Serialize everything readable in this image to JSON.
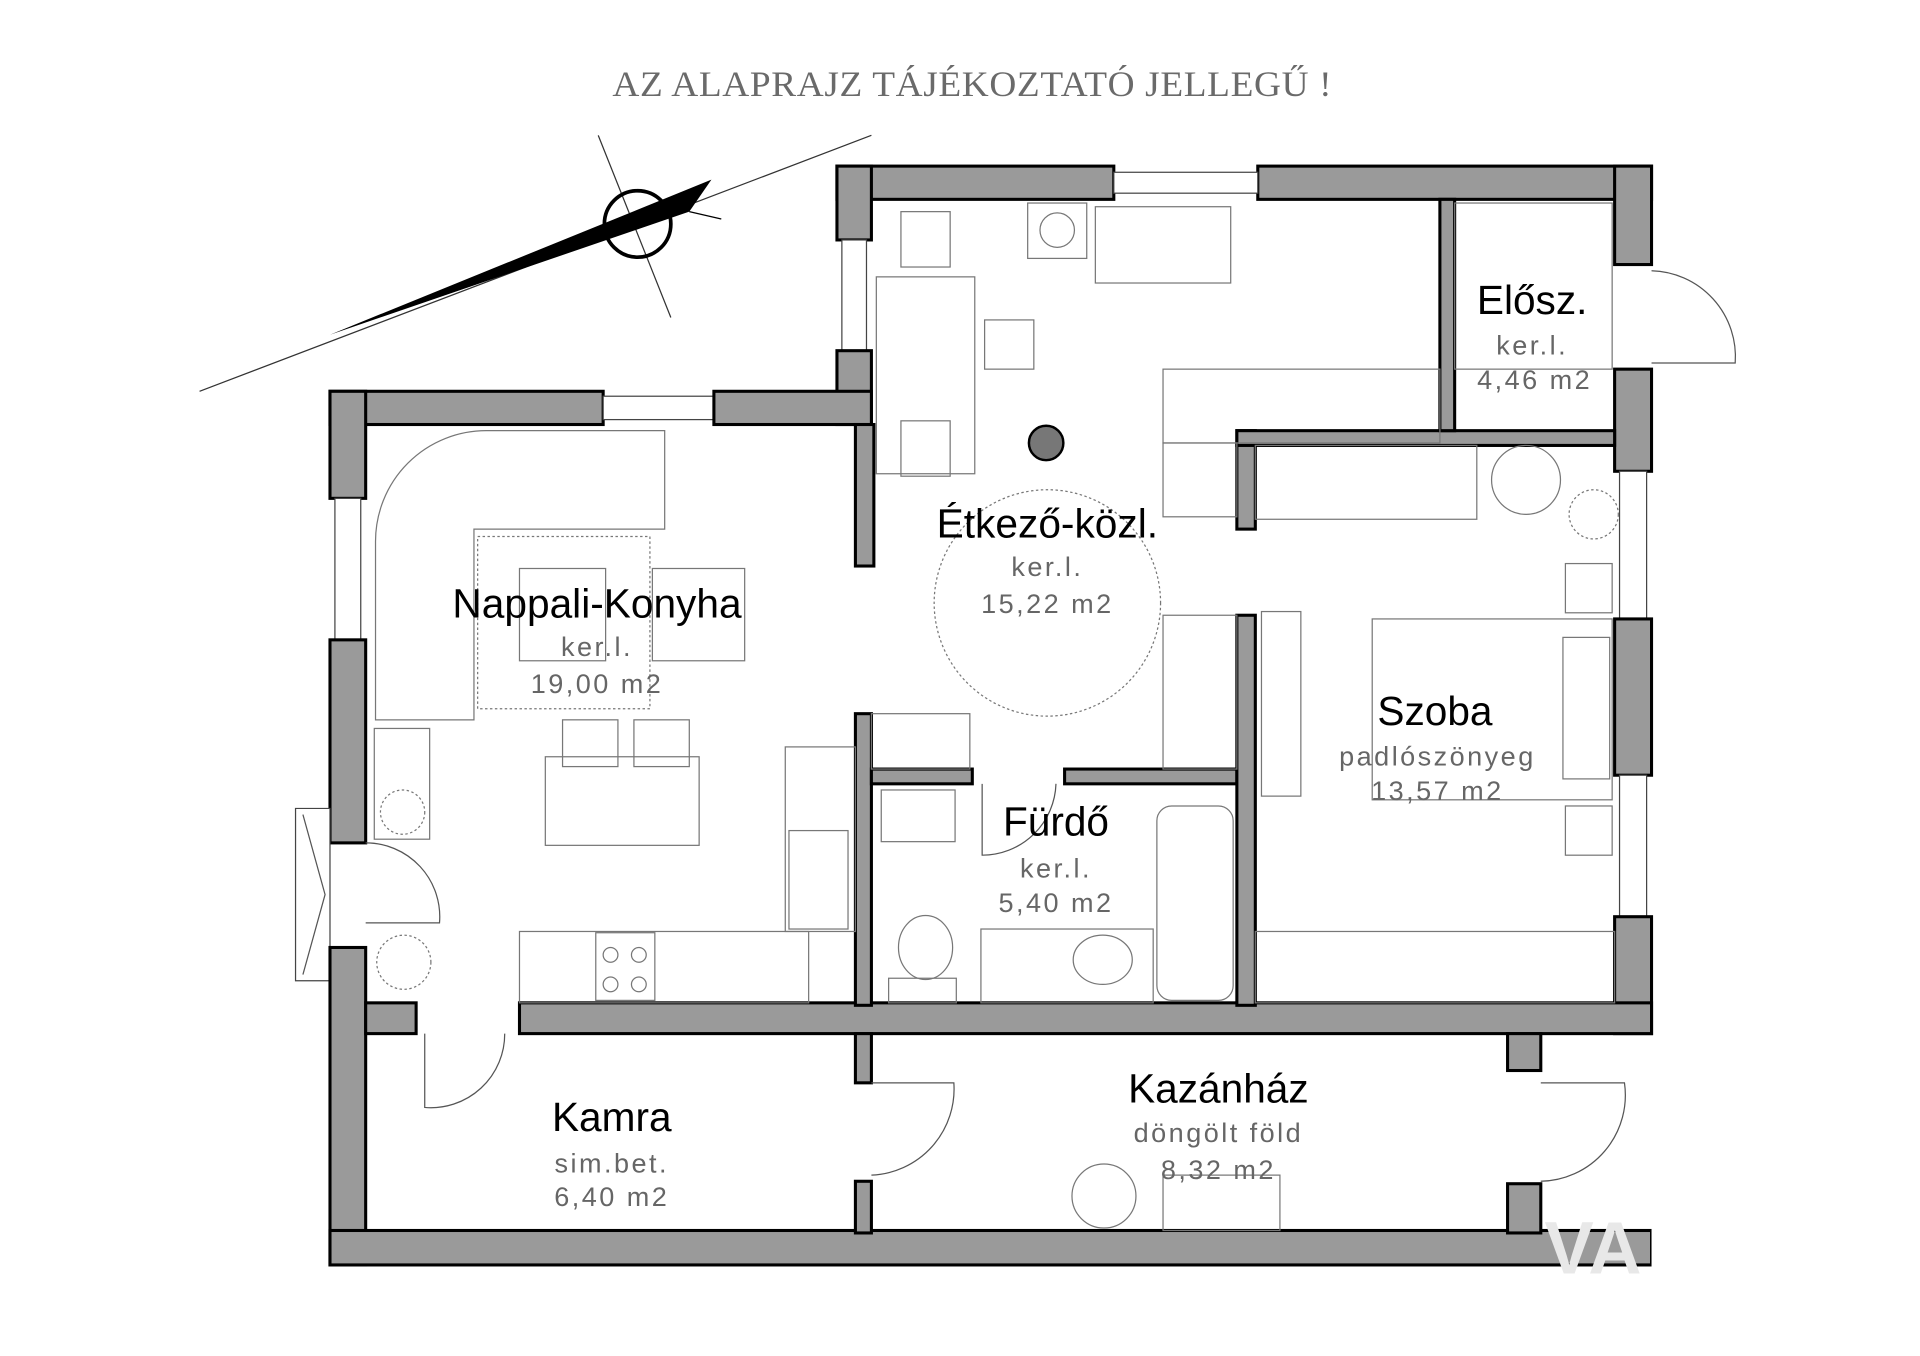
{
  "title": "AZ ALAPRAJZ TÁJÉKOZTATÓ JELLEGŰ !",
  "watermark": "VA",
  "rooms": [
    {
      "name": "Nappali-Konyha",
      "floor": "ker.l.",
      "area": "19,00  m2"
    },
    {
      "name": "Étkező-közl.",
      "floor": "ker.l.",
      "area": "15,22  m2"
    },
    {
      "name": "Elősz.",
      "floor": "ker.l.",
      "area": "4,46  m2"
    },
    {
      "name": "Szoba",
      "floor": "padlószönyeg",
      "area": "13,57  m2"
    },
    {
      "name": "Fürdő",
      "floor": "ker.l.",
      "area": "5,40  m2"
    },
    {
      "name": "Kamra",
      "floor": "sim.bet.",
      "area": "6,40  m2"
    },
    {
      "name": "Kazánház",
      "floor": "döngölt  föld",
      "area": "8,32  m2"
    }
  ],
  "colors": {
    "wall": "#9a9a9a",
    "outline": "#000000",
    "title": "#6a6a6a"
  }
}
